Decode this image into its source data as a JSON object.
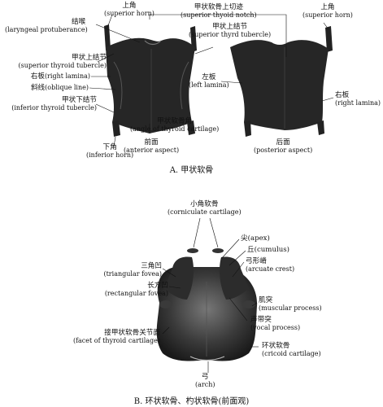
{
  "panel_a": {
    "caption": "A. 甲状软骨",
    "labels": {
      "superior_horn_left": {
        "zh": "上角",
        "en": "(superior horn)"
      },
      "laryngeal_prominence": {
        "zh": "结喉",
        "en": "(laryngeal protuberance)"
      },
      "superior_thyroid_notch": {
        "zh": "甲状软骨上切迹",
        "en": "(superior thyoid notch)"
      },
      "superior_tubercle_mid": {
        "zh": "甲状上结节",
        "en": "(superior thyrd tubercle)"
      },
      "superior_horn_right": {
        "zh": "上角",
        "en": "(superior horn)"
      },
      "superior_tubercle_left": {
        "zh": "甲状上结节",
        "en": "(superior thyroid tubercle)"
      },
      "right_lamina_left": {
        "zh": "右板",
        "en": "(right lamina)"
      },
      "oblique_line": {
        "zh": "斜线",
        "en": "(oblique line)"
      },
      "inferior_tubercle": {
        "zh": "甲状下结节",
        "en": "(inferior thyroid tubercle)"
      },
      "inferior_horn": {
        "zh": "下角",
        "en": "(inferior horn)"
      },
      "thyroid_angle": {
        "zh": "甲状软骨角",
        "en": "(angle of thyroid cartilage)"
      },
      "left_lamina": {
        "zh": "左板",
        "en": "(left lamina)"
      },
      "right_lamina_right": {
        "zh": "右板",
        "en": "(right lamina)"
      },
      "anterior_aspect": {
        "zh": "前面",
        "en": "(anterior aspect)"
      },
      "posterior_aspect": {
        "zh": "后面",
        "en": "(posterior aspect)"
      }
    }
  },
  "panel_b": {
    "caption": "B. 环状软骨、杓状软骨(前面观)",
    "labels": {
      "corniculate": {
        "zh": "小角软骨",
        "en": "(corniculate cartilage)"
      },
      "apex": {
        "zh": "尖(apex)",
        "en": ""
      },
      "cumulus": {
        "zh": "丘(cumulus)",
        "en": ""
      },
      "arcuate_crest": {
        "zh": "弓形嵴",
        "en": "(arcuate crest)"
      },
      "triangular_fovea": {
        "zh": "三角凹",
        "en": "(triangular fovea)"
      },
      "rectangular_fovea": {
        "zh": "长方凹",
        "en": "(rectangular fovea)"
      },
      "muscular_process": {
        "zh": "肌突",
        "en": "(muscular process)"
      },
      "vocal_process": {
        "zh": "声带突",
        "en": "(vocal process)"
      },
      "thyroid_facet": {
        "zh": "接甲状软骨关节面",
        "en": "(facet of thyroid cartilage)"
      },
      "cricoid": {
        "zh": "环状软骨",
        "en": "(cricoid cartilage)"
      },
      "arch": {
        "zh": "弓",
        "en": "(arch)"
      }
    }
  }
}
